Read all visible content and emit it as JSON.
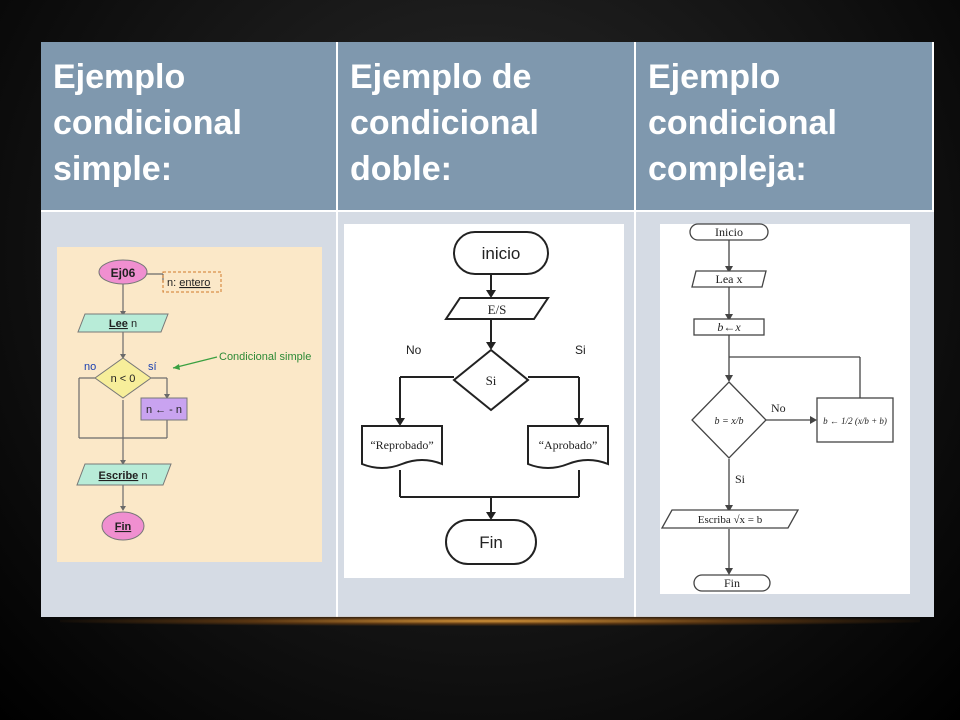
{
  "headers": [
    "Ejemplo condicional simple:",
    "Ejemplo de condicional doble:",
    "Ejemplo condicional compleja:"
  ],
  "diagram_simple": {
    "start": "Ej06",
    "declaration_prefix": "n: ",
    "declaration_type": "entero",
    "read_keyword": "Lee",
    "read_var": " n",
    "branch_no": "no",
    "branch_yes": "sí",
    "condition": "n < 0",
    "annotation": "Condicional simple",
    "assignment": "n ← - n",
    "write_keyword": "Escribe",
    "write_var": " n",
    "end": "Fin"
  },
  "diagram_double": {
    "start": "inicio",
    "io": "E/S",
    "label_no": "No",
    "label_yes": "Si",
    "condition": "Si",
    "output_left": "“Reprobado”",
    "output_right": "“Aprobado”",
    "end": "Fin"
  },
  "diagram_complex": {
    "start": "Inicio",
    "read": "Lea x",
    "assign": "b←x",
    "label_no": "No",
    "label_yes": "Si",
    "condition": "b = x/b",
    "update": "b ← 1/2 (x/b + b)",
    "write": "Escriba √x = b",
    "end": "Fin"
  },
  "colors": {
    "header_bg": "#7f98ae",
    "body_bg": "#d5dbe4",
    "simple_panel_bg": "#fbe8c8",
    "start_end_fill": "#f08fd0",
    "io_fill": "#b8ecd8",
    "decision_fill": "#f7ee9a",
    "process_fill": "#c9a3f0"
  }
}
